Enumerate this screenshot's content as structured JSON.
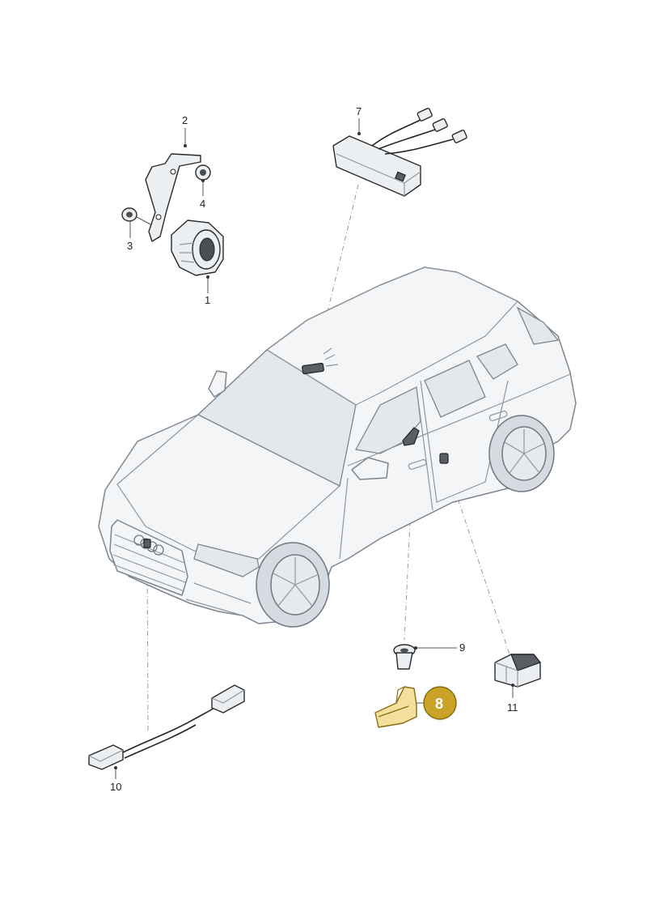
{
  "callouts": {
    "p1": "1",
    "p2": "2",
    "p3": "3",
    "p4": "4",
    "p7": "7",
    "p8": "8",
    "p9": "9",
    "p10": "10",
    "p11": "11"
  },
  "colors": {
    "highlight": "#c9a227",
    "highlight_border": "#8a6d10",
    "highlight_part": "#f3df9e"
  }
}
